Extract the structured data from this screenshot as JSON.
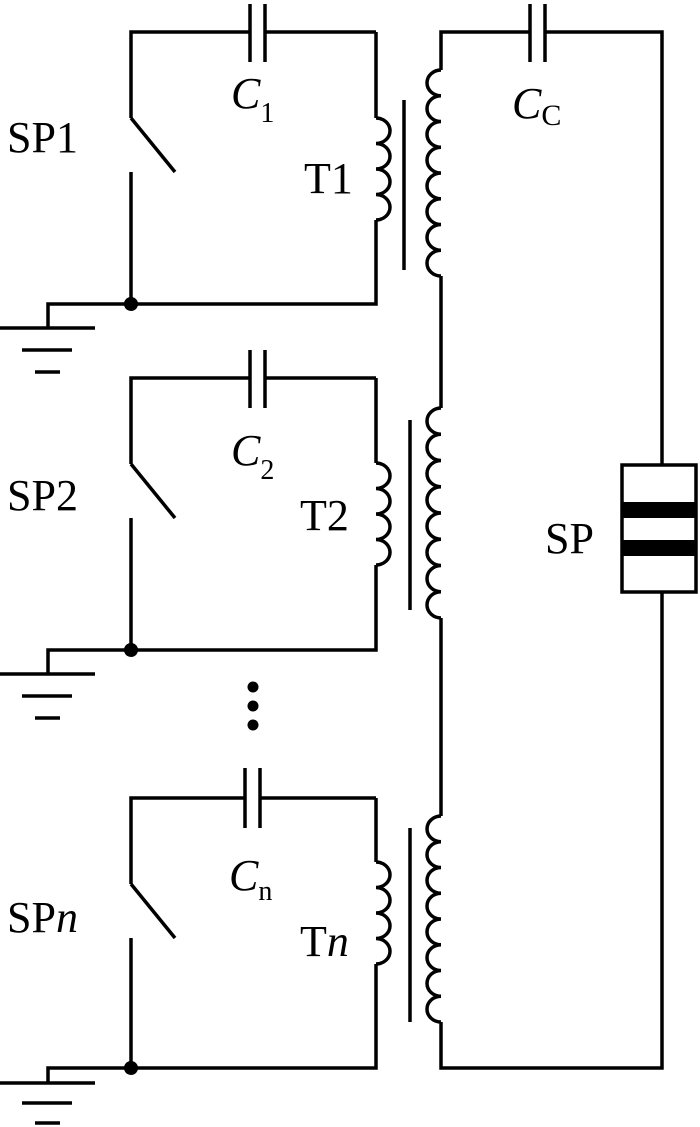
{
  "labels": {
    "sp1": "SP1",
    "sp2": "SP2",
    "spn_prefix": "SP",
    "spn_suffix": "n",
    "c1_main": "C",
    "c1_sub": "1",
    "c2_main": "C",
    "c2_sub": "2",
    "cn_main": "C",
    "cn_sub": "n",
    "cc_main": "C",
    "cc_sub": "C",
    "t1": "T1",
    "t2": "T2",
    "tn_prefix": "T",
    "tn_suffix": "n",
    "sp": "SP"
  },
  "colors": {
    "line": "#000000",
    "background": "#ffffff"
  }
}
